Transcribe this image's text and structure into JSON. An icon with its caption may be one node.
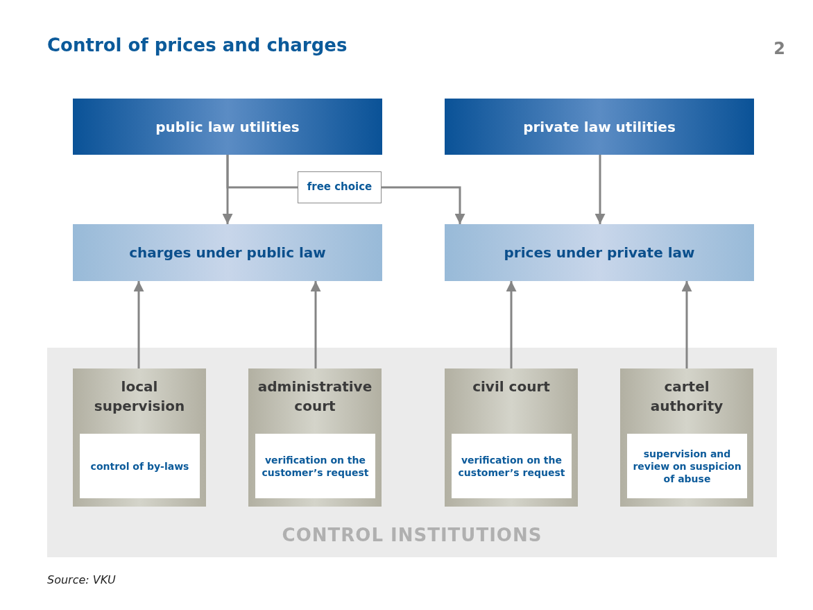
{
  "diagram": {
    "title": "Control of prices and charges",
    "caption": "Source: VKU",
    "nodes": [
      {
        "text": [
          "public law utilities"
        ]
      },
      {
        "text": [
          "private law utilities"
        ]
      },
      {
        "text": [
          "free choice"
        ]
      },
      {
        "text": [
          "charges under public law"
        ]
      },
      {
        "text": [
          "prices under private law"
        ]
      },
      {
        "text": [
          "CONTROL INSTITUTIONS"
        ]
      },
      {
        "text": [
          "local supervision"
        ],
        "in": 5
      },
      {
        "text": [
          "control of by-laws"
        ],
        "in": 6
      },
      {
        "text": [
          "administrative court"
        ],
        "in": 5
      },
      {
        "text": [
          "verification on the customer’s request"
        ],
        "in": 8
      },
      {
        "text": [
          "civil court"
        ],
        "in": 5
      },
      {
        "text": [
          "verification on the customer’s request"
        ],
        "in": 10
      },
      {
        "text": [
          "cartel authority"
        ],
        "in": 5
      },
      {
        "text": [
          "supervision and review on suspicion of abuse"
        ],
        "in": 12
      }
    ],
    "edges": [
      {
        "from": 0,
        "to": 3,
        "arrow": "to"
      },
      {
        "from": 0,
        "to": 2,
        "arrow": "none"
      },
      {
        "from": 2,
        "to": 4,
        "arrow": "to"
      },
      {
        "from": 1,
        "to": 4,
        "arrow": "to"
      },
      {
        "from": 6,
        "to": 3,
        "arrow": "to"
      },
      {
        "from": 8,
        "to": 3,
        "arrow": "to"
      },
      {
        "from": 10,
        "to": 4,
        "arrow": "to"
      },
      {
        "from": 12,
        "to": 4,
        "arrow": "to"
      }
    ],
    "labels": [
      "2"
    ]
  }
}
